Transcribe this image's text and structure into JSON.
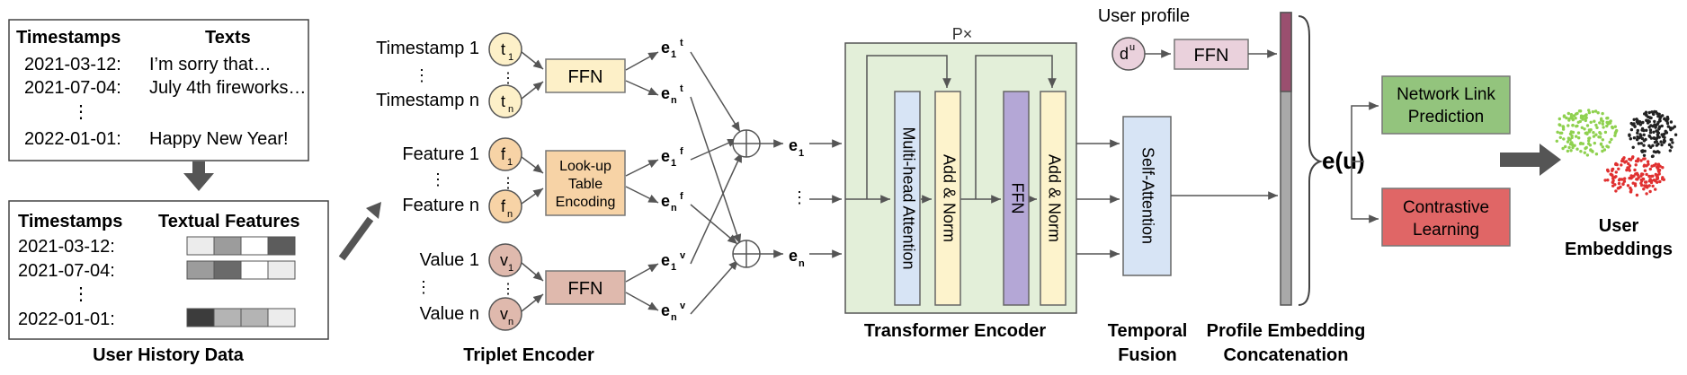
{
  "history": {
    "title": "User History Data",
    "table1": {
      "col_timestamps": "Timestamps",
      "col_texts": "Texts",
      "rows": [
        {
          "date": "2021-03-12:",
          "text": "I’m sorry that…"
        },
        {
          "date": "2021-07-04:",
          "text": "July 4th fireworks…"
        },
        {
          "date": "2022-01-01:",
          "text": "Happy New Year!"
        }
      ],
      "ellipsis": "⋮"
    },
    "table2": {
      "col_timestamps": "Timestamps",
      "col_features": "Textual Features",
      "rows": [
        {
          "date": "2021-03-12:",
          "shades": [
            "#ececec",
            "#9c9c9c",
            "#ffffff",
            "#5c5c5c"
          ]
        },
        {
          "date": "2021-07-04:",
          "shades": [
            "#9c9c9c",
            "#6a6a6a",
            "#ffffff",
            "#ececec"
          ]
        },
        {
          "date": "2022-01-01:",
          "shades": [
            "#3c3c3c",
            "#b4b4b4",
            "#b4b4b4",
            "#ececec"
          ]
        }
      ],
      "ellipsis": "⋮"
    }
  },
  "triplet": {
    "title": "Triplet Encoder",
    "groups": [
      {
        "label_first": "Timestamp 1",
        "label_last": "Timestamp n",
        "node_first": "t",
        "node_last": "t",
        "sub_first": "1",
        "sub_last": "n",
        "color": "#fdf0c8",
        "encoder": "FFN",
        "encoder_color": "#fdf0c8",
        "out_first_sup": "t",
        "out_last_sup": "t"
      },
      {
        "label_first": "Feature 1",
        "label_last": "Feature n",
        "node_first": "f",
        "node_last": "f",
        "sub_first": "1",
        "sub_last": "n",
        "color": "#f7d3a6",
        "encoder": "Look-up Table Encoding",
        "encoder_lines": [
          "Look-up",
          "Table",
          "Encoding"
        ],
        "encoder_color": "#f7d3a6",
        "out_first_sup": "f",
        "out_last_sup": "f"
      },
      {
        "label_first": "Value 1",
        "label_last": "Value n",
        "node_first": "v",
        "node_last": "v",
        "sub_first": "1",
        "sub_last": "n",
        "color": "#dfb9ad",
        "encoder": "FFN",
        "encoder_color": "#dfb9ad",
        "out_first_sup": "v",
        "out_last_sup": "v"
      }
    ],
    "out_letter": "e",
    "out_first_sub": "1",
    "out_last_sub": "n",
    "sum_first": "e",
    "sum_first_sub": "1",
    "sum_last": "e",
    "sum_last_sub": "n",
    "ellipsis": "⋮",
    "hellipsis": "…"
  },
  "transformer": {
    "title": "Transformer Encoder",
    "repeat": "P×",
    "blocks": [
      {
        "label": "Multi-head Attention",
        "color": "#d7e4f5"
      },
      {
        "label": "Add & Norm",
        "color": "#fdf3cc"
      },
      {
        "label": "FFN",
        "color": "#b4a7d6"
      },
      {
        "label": "Add & Norm",
        "color": "#fdf3cc"
      }
    ],
    "bg_color": "#e3efd9"
  },
  "fusion": {
    "title_line1": "Temporal",
    "title_line2": "Fusion",
    "block": "Self-Attention",
    "color": "#d7e4f5"
  },
  "profile": {
    "label": "User profile",
    "node": "d",
    "node_sup": "u",
    "ffn": "FFN",
    "ffn_color": "#ead1dc",
    "concat_title_line1": "Profile Embedding",
    "concat_title_line2": "Concatenation",
    "bar_top_color": "#9a4f6f",
    "bar_color": "#a9a9a9"
  },
  "output": {
    "eu": "e(u)",
    "task1_line1": "Network Link",
    "task1_line2": "Prediction",
    "task1_color": "#93c47d",
    "task2_line1": "Contrastive",
    "task2_line2": "Learning",
    "task2_color": "#e06666",
    "embed_line1": "User",
    "embed_line2": "Embeddings",
    "cluster_colors": [
      "#8fd14f",
      "#222222",
      "#e03030"
    ]
  }
}
